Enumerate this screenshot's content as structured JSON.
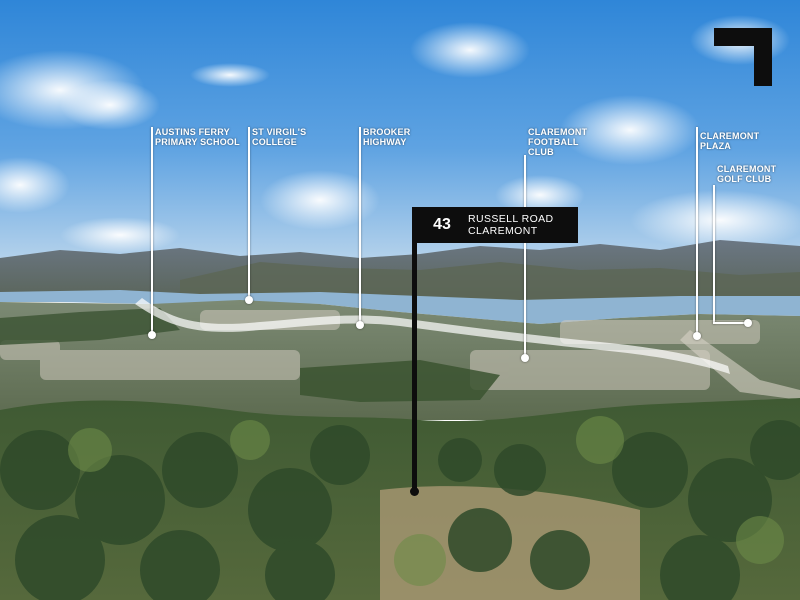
{
  "landmarks": [
    {
      "name": "austins-ferry-primary-school",
      "lines": [
        "AUSTINS FERRY",
        "PRIMARY SCHOOL"
      ]
    },
    {
      "name": "st-virgils-college",
      "lines": [
        "ST VIRGIL'S",
        "COLLEGE"
      ]
    },
    {
      "name": "brooker-highway",
      "lines": [
        "BROOKER",
        "HIGHWAY"
      ]
    },
    {
      "name": "claremont-football-club",
      "lines": [
        "CLAREMONT",
        "FOOTBALL",
        "CLUB"
      ]
    },
    {
      "name": "claremont-plaza",
      "lines": [
        "CLAREMONT",
        "PLAZA"
      ]
    },
    {
      "name": "claremont-golf-club",
      "lines": [
        "CLAREMONT",
        "GOLF CLUB"
      ]
    }
  ],
  "property": {
    "number": "43",
    "street": "RUSSELL ROAD",
    "suburb": "CLAREMONT"
  },
  "colors": {
    "callout_box": "#0d0d0d",
    "callout_text": "#ffffff",
    "sky_top": "#2f86d8",
    "water": "#8fb4d2"
  },
  "icons": {
    "logo": "corner-bracket-logo"
  }
}
